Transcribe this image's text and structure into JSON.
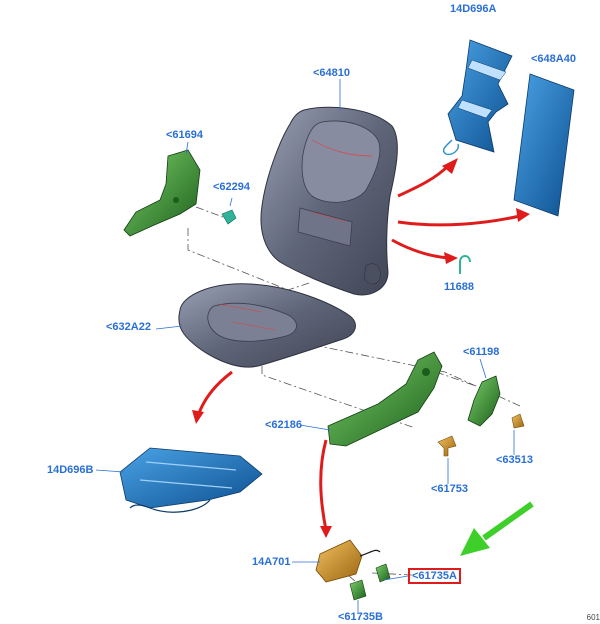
{
  "parts": {
    "p14D696A": "14D696A",
    "p648A40": "<648A40",
    "p64810": "<64810",
    "p61694": "<61694",
    "p62294": "<62294",
    "p11688": "11688",
    "p632A22": "<632A22",
    "p61198": "<61198",
    "p62186": "<62186",
    "p63513": "<63513",
    "p61753": "<61753",
    "p14D696B": "14D696B",
    "p14A701": "14A701",
    "p61735A": "<61735A",
    "p61735B": "<61735B"
  },
  "corner_code": "601",
  "colors": {
    "label": "#2a6fd6",
    "red_arrow": "#e01b1b",
    "green_arrow": "#3fcf2a",
    "seat_gray": "#6b7080",
    "blue_part": "#1f6fb5",
    "green_part": "#2e8a2e",
    "orange_part": "#d89a2a"
  }
}
